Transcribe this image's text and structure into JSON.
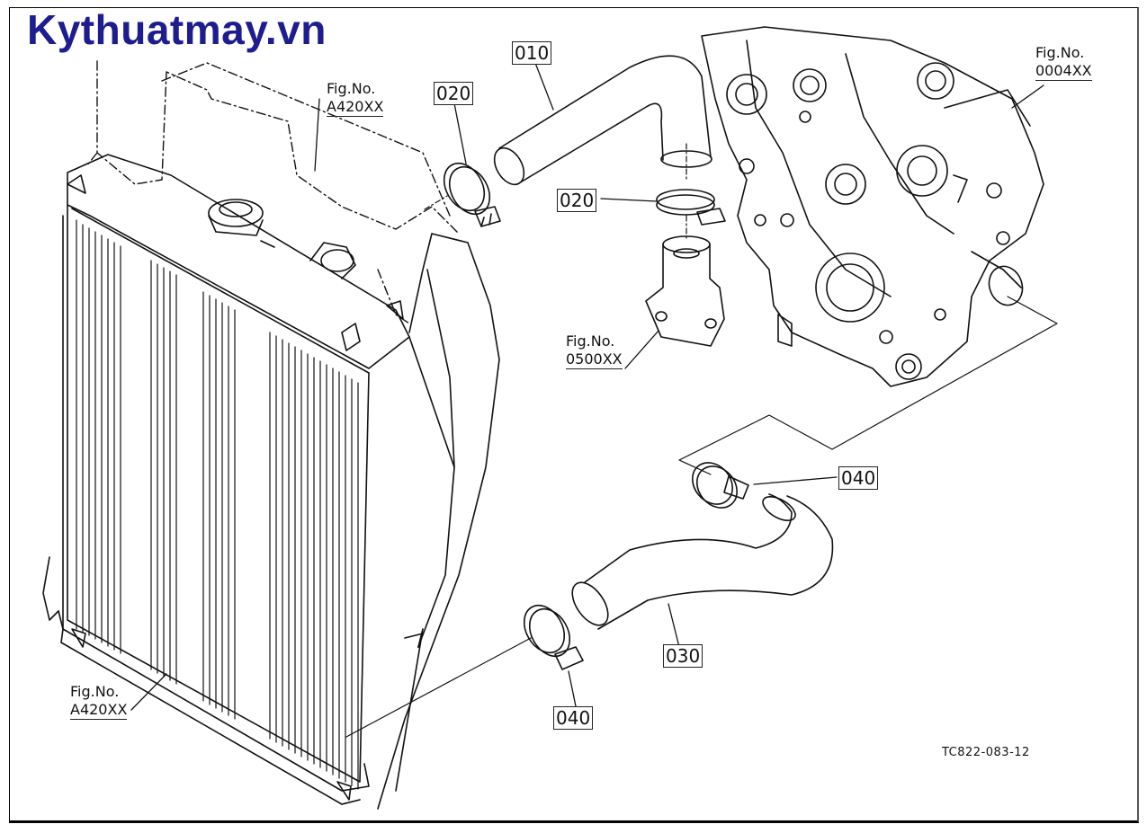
{
  "watermark": "Kythuatmay.vn",
  "parts": [
    {
      "id": "p010",
      "label": "010"
    },
    {
      "id": "p020a",
      "label": "020"
    },
    {
      "id": "p020b",
      "label": "020"
    },
    {
      "id": "p030",
      "label": "030"
    },
    {
      "id": "p040a",
      "label": "040"
    },
    {
      "id": "p040b",
      "label": "040"
    }
  ],
  "fig_refs": [
    {
      "title": "Fig.No.",
      "code": "A420XX"
    },
    {
      "title": "Fig.No.",
      "code": "0004XX"
    },
    {
      "title": "Fig.No.",
      "code": "0500XX"
    },
    {
      "title": "Fig.No.",
      "code": "A420XX"
    }
  ],
  "drawing_number": "TC822-083-12",
  "colors": {
    "watermark": "#1d1d8f",
    "line": "#111111",
    "background": "#ffffff"
  }
}
